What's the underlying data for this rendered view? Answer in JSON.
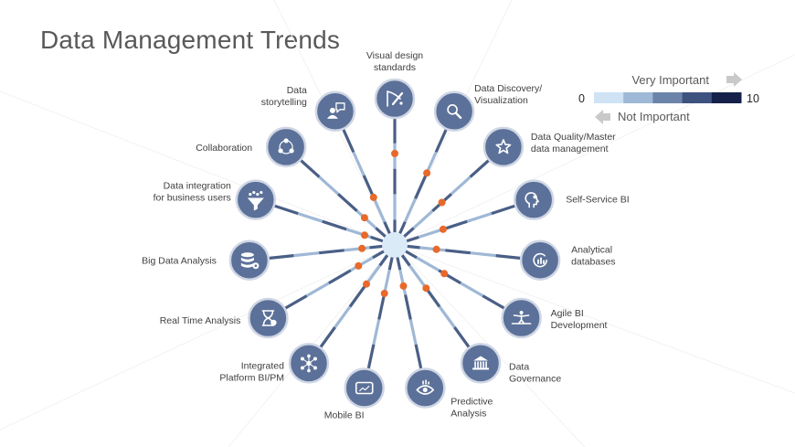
{
  "title": "Data Management Trends",
  "colors": {
    "spoke_dark": "#4a5f86",
    "spoke_light": "#9fb8d6",
    "hub": "#dbeaf7",
    "node": "#5c7199",
    "node_ring": "#cfd6e4",
    "marker": "#e8692a",
    "scale": [
      "#cfe3f5",
      "#9fb8d6",
      "#6c83aa",
      "#3e5280",
      "#15214a"
    ]
  },
  "legend": {
    "high_label": "Very Important",
    "low_label": "Not Important",
    "min": "0",
    "max": "10"
  },
  "trends": [
    {
      "lines": [
        "Visual design",
        "standards"
      ],
      "icon": "visual-design-icon",
      "importance": 7.2
    },
    {
      "lines": [
        "Data Discovery/",
        "Visualization"
      ],
      "icon": "search-icon",
      "importance": 6.2
    },
    {
      "lines": [
        "Data Quality/Master",
        "data management"
      ],
      "icon": "star-badge-icon",
      "importance": 5.0
    },
    {
      "lines": [
        "Self-Service BI"
      ],
      "icon": "head-gear-icon",
      "importance": 4.0
    },
    {
      "lines": [
        "Analytical",
        "databases"
      ],
      "icon": "refresh-chart-icon",
      "importance": 3.3
    },
    {
      "lines": [
        "Agile BI",
        "Development"
      ],
      "icon": "tightrope-walker-icon",
      "importance": 4.5
    },
    {
      "lines": [
        "Data",
        "Governance"
      ],
      "icon": "government-building-icon",
      "importance": 4.2
    },
    {
      "lines": [
        "Predictive",
        "Analysis"
      ],
      "icon": "eye-chart-icon",
      "importance": 3.3
    },
    {
      "lines": [
        "Mobile BI"
      ],
      "icon": "tablet-chart-icon",
      "importance": 3.9
    },
    {
      "lines": [
        "Integrated",
        "Platform BI/PM"
      ],
      "icon": "network-nodes-icon",
      "importance": 3.8
    },
    {
      "lines": [
        "Real Time Analysis"
      ],
      "icon": "hourglass-icon",
      "importance": 3.3
    },
    {
      "lines": [
        "Big Data Analysis"
      ],
      "icon": "database-gear-icon",
      "importance": 2.6
    },
    {
      "lines": [
        "Data integration",
        "for business users"
      ],
      "icon": "funnel-icon",
      "importance": 2.5
    },
    {
      "lines": [
        "Collaboration"
      ],
      "icon": "people-circle-icon",
      "importance": 3.2
    },
    {
      "lines": [
        "Data",
        "storytelling"
      ],
      "icon": "speaker-person-icon",
      "importance": 4.1
    }
  ]
}
